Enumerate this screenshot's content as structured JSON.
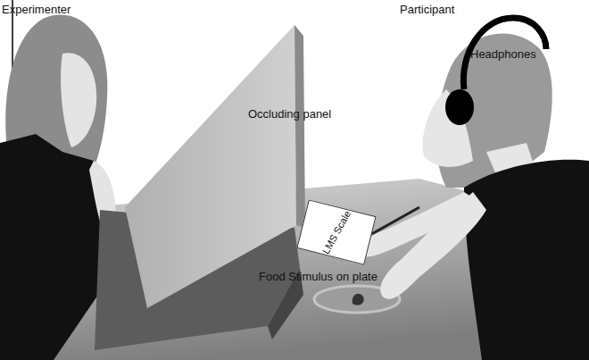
{
  "diagram": {
    "nodes": [
      {
        "text": [
          "LMS Scale"
        ]
      }
    ],
    "labels": [
      "Experimenter",
      "Participant",
      "Headphones",
      "Occluding panel",
      "Food Stimulus on plate"
    ]
  }
}
